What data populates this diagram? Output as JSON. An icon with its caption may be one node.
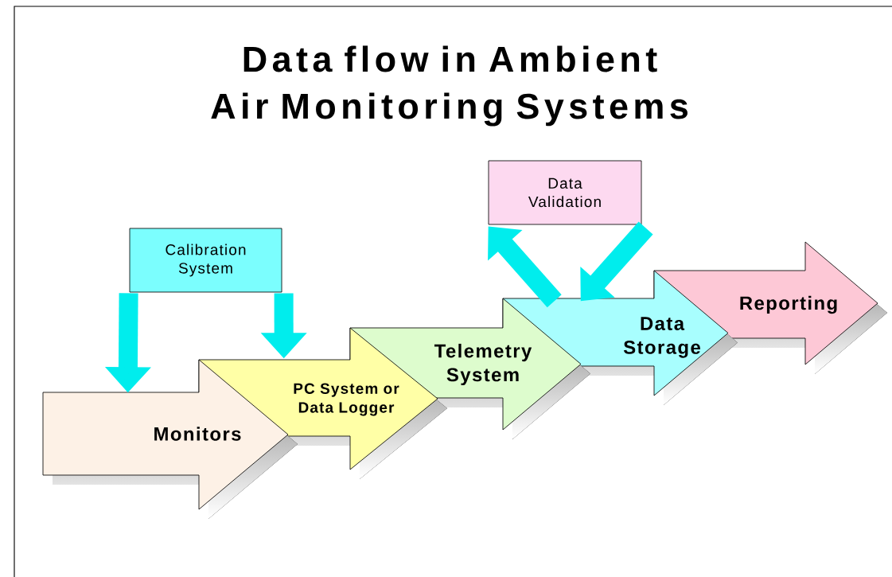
{
  "diagram": {
    "title": "Data flow in Ambient Air Monitoring Systems",
    "nodes": [
      {
        "text": [
          "Calibration System"
        ]
      },
      {
        "text": [
          "Monitors"
        ]
      },
      {
        "text": [
          "PC System or Data Logger"
        ]
      },
      {
        "text": [
          "Telemetry System"
        ]
      },
      {
        "text": [
          "Data Storage"
        ]
      },
      {
        "text": [
          "Reporting"
        ]
      },
      {
        "text": [
          "Data Validation"
        ]
      }
    ],
    "edges": [
      {
        "from": 0,
        "to": 1,
        "arrow": "to"
      },
      {
        "from": 0,
        "to": 2,
        "arrow": "to"
      },
      {
        "from": 4,
        "to": 6,
        "arrow": "to"
      },
      {
        "from": 6,
        "to": 4,
        "arrow": "to"
      }
    ]
  }
}
